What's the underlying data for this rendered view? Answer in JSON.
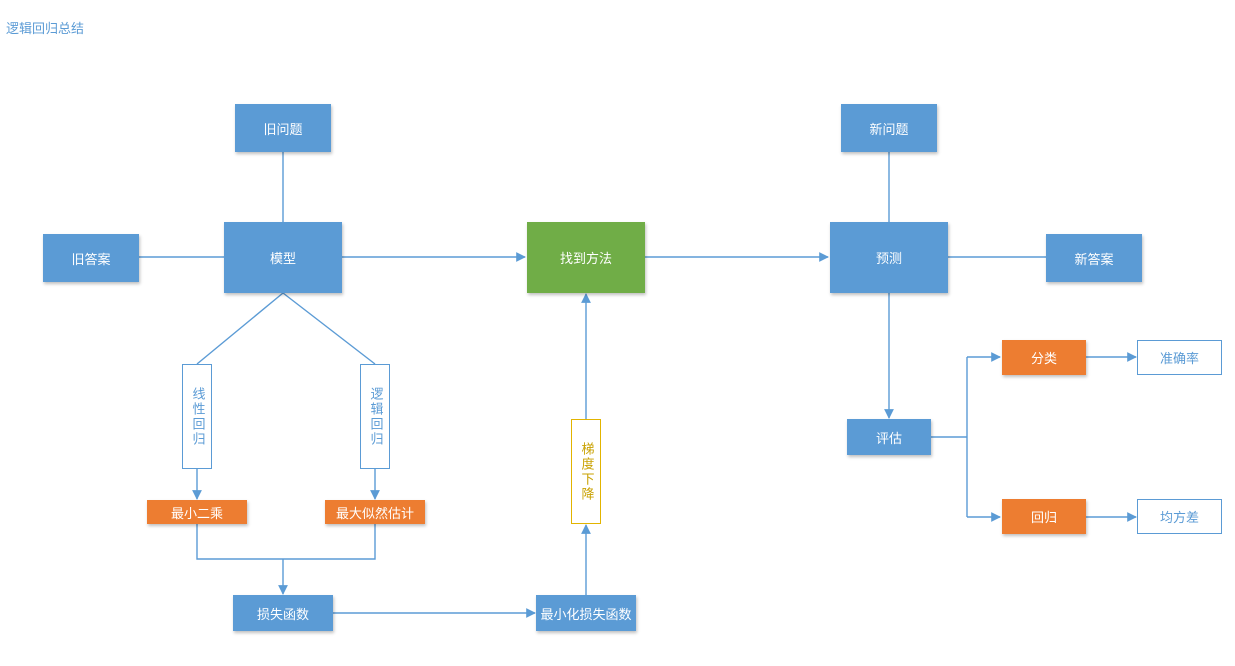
{
  "page_title": "逻辑回归总结",
  "nodes": {
    "old_question": "旧问题",
    "old_answer": "旧答案",
    "model": "模型",
    "find_method": "找到方法",
    "predict": "预测",
    "new_question": "新问题",
    "new_answer": "新答案",
    "linear_regression": "线性回归",
    "logistic_regression": "逻辑回归",
    "least_squares": "最小二乘",
    "max_likelihood": "最大似然估计",
    "loss_function": "损失函数",
    "minimize_loss": "最小化损失函数",
    "gradient_descent": "梯度下降",
    "evaluate": "评估",
    "classification": "分类",
    "regression": "回归",
    "accuracy": "准确率",
    "mse": "均方差"
  },
  "colors": {
    "blue": "#5b9bd5",
    "green": "#70ad47",
    "orange": "#ed7d31",
    "yellow_border": "#e2b400"
  }
}
